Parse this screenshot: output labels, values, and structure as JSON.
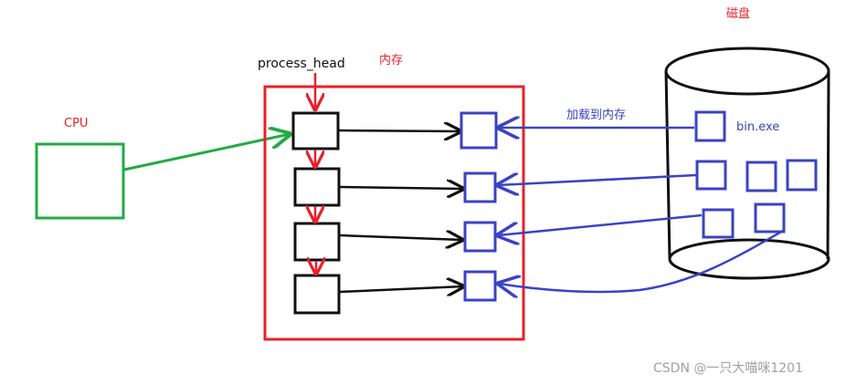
{
  "labels": {
    "cpu": "CPU",
    "process_head": "process_head",
    "memory": "内存",
    "disk": "磁盘",
    "load_to_memory": "加载到内存",
    "bin_exe": "bin.exe",
    "watermark": "CSDN @一只大喵咪1201"
  },
  "colors": {
    "cpu": "#22aa44",
    "memory": "#e8202a",
    "disk_items": "#3a43c4",
    "pcb": "#111111",
    "disk": "#111111",
    "watermark": "#a0a0a0"
  }
}
